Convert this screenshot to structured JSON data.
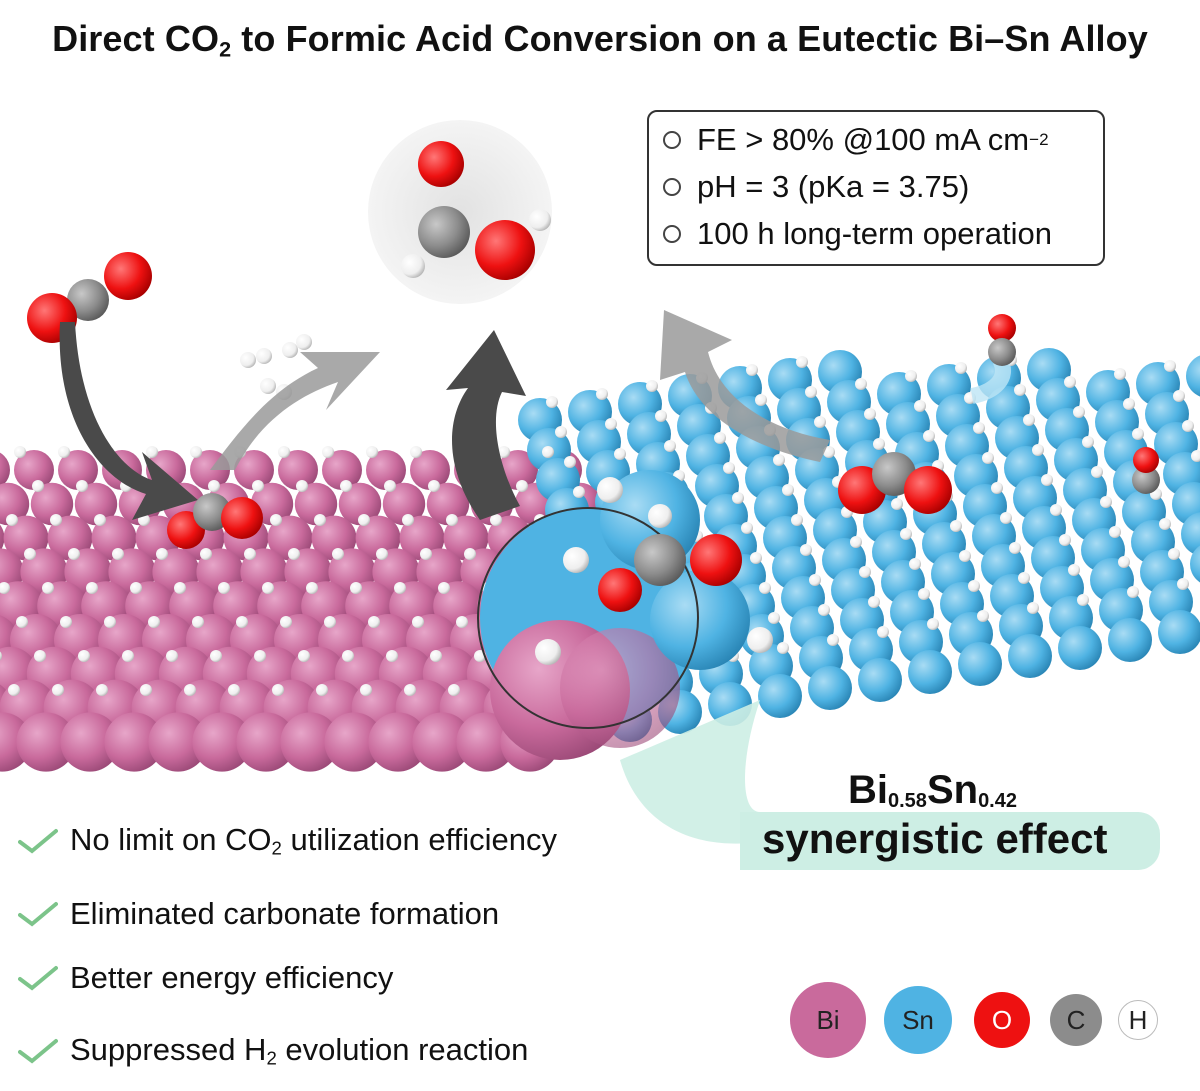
{
  "title": {
    "prefix": "Direct CO",
    "sub": "2",
    "suffix": " to Formic Acid Conversion on a Eutectic Bi–Sn Alloy"
  },
  "info_box": [
    {
      "text": "FE > 80% @100 mA cm",
      "sup": "−2"
    },
    {
      "text": "pH = 3 (pKa = 3.75)",
      "sup": ""
    },
    {
      "text": "100 h long-term operation",
      "sup": ""
    }
  ],
  "alloy": {
    "bi": "Bi",
    "bi_sub": "0.58",
    "sn": "Sn",
    "sn_sub": "0.42"
  },
  "synergy_label": "synergistic effect",
  "checklist": [
    {
      "prefix": "No limit on CO",
      "sub": "2",
      "suffix": " utilization efficiency"
    },
    {
      "prefix": "Eliminated carbonate formation",
      "sub": "",
      "suffix": ""
    },
    {
      "prefix": "Better energy efficiency",
      "sub": "",
      "suffix": ""
    },
    {
      "prefix": "Suppressed H",
      "sub": "2",
      "suffix": " evolution reaction"
    }
  ],
  "legend": [
    {
      "label": "Bi",
      "color": "#c96a9c"
    },
    {
      "label": "Sn",
      "color": "#4fb3e3"
    },
    {
      "label": "O",
      "color": "#ee1111"
    },
    {
      "label": "C",
      "color": "#8c8c8c"
    },
    {
      "label": "H",
      "color": "#ffffff"
    }
  ],
  "colors": {
    "bi": "#c96a9c",
    "sn": "#4fb3e3",
    "oxygen": "#ee1111",
    "carbon": "#8c8c8c",
    "hydrogen": "#f2f2f2",
    "check": "#7cc48a",
    "arrow_dark": "#4a4a4a",
    "arrow_light": "#9a9a9a",
    "synergy_bg": "#cdeee4"
  }
}
